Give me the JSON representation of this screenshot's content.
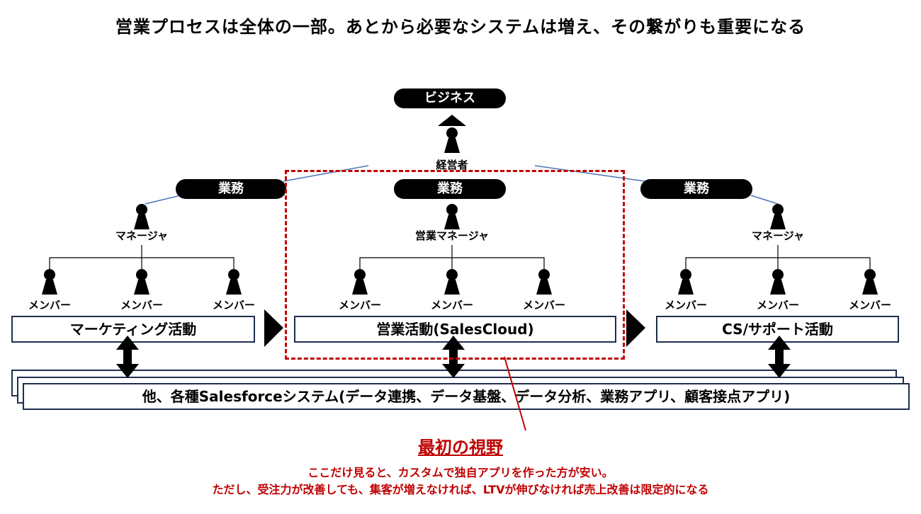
{
  "title": "営業プロセスは全体の一部。あとから必要なシステムは増え、その繋がりも重要になる",
  "top": {
    "business_label": "ビジネス",
    "executive_label": "経営者"
  },
  "columns": {
    "left": {
      "department_label": "業務",
      "manager_label": "マネージャ",
      "members": [
        "メンバー",
        "メンバー",
        "メンバー"
      ],
      "activity_label": "マーケティング活動"
    },
    "center": {
      "department_label": "業務",
      "manager_label": "営業マネージャ",
      "members": [
        "メンバー",
        "メンバー",
        "メンバー"
      ],
      "activity_label": "営業活動(SalesCloud)"
    },
    "right": {
      "department_label": "業務",
      "manager_label": "マネージャ",
      "members": [
        "メンバー",
        "メンバー",
        "メンバー"
      ],
      "activity_label": "CS/サポート活動"
    }
  },
  "systems_label": "他、各種Salesforceシステム(データ連携、データ基盤、データ分析、業務アプリ、顧客接点アプリ)",
  "callout": {
    "title": "最初の視野",
    "line1": "ここだけ見ると、カスタムで独自アプリを作った方が安い。",
    "line2": "ただし、受注力が改善しても、集客が増えなければ、LTVが伸びなければ売上改善は限定的になる"
  },
  "colors": {
    "accent_red": "#c00000",
    "box_border": "#1f2d4d",
    "connector_blue": "#4a74b8"
  }
}
